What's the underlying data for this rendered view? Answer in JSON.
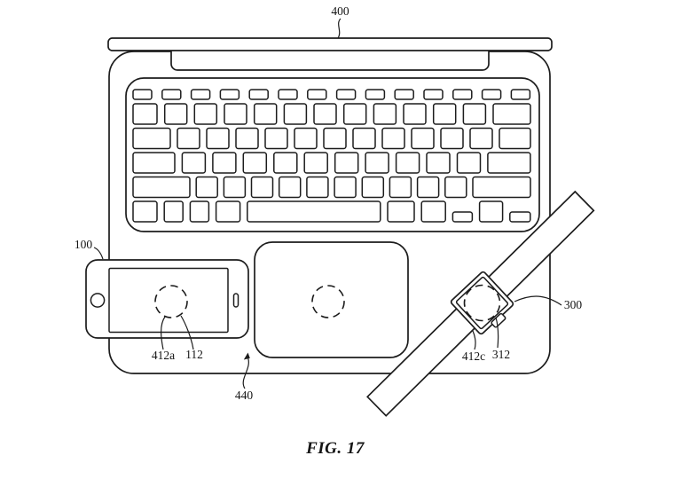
{
  "figure": {
    "caption": "FIG. 17",
    "labels": [
      {
        "id": "400",
        "text": "400"
      },
      {
        "id": "100",
        "text": "100"
      },
      {
        "id": "412a",
        "text": "412a"
      },
      {
        "id": "112",
        "text": "112"
      },
      {
        "id": "440",
        "text": "440"
      },
      {
        "id": "412c",
        "text": "412c"
      },
      {
        "id": "312",
        "text": "312"
      },
      {
        "id": "300",
        "text": "300"
      }
    ]
  }
}
